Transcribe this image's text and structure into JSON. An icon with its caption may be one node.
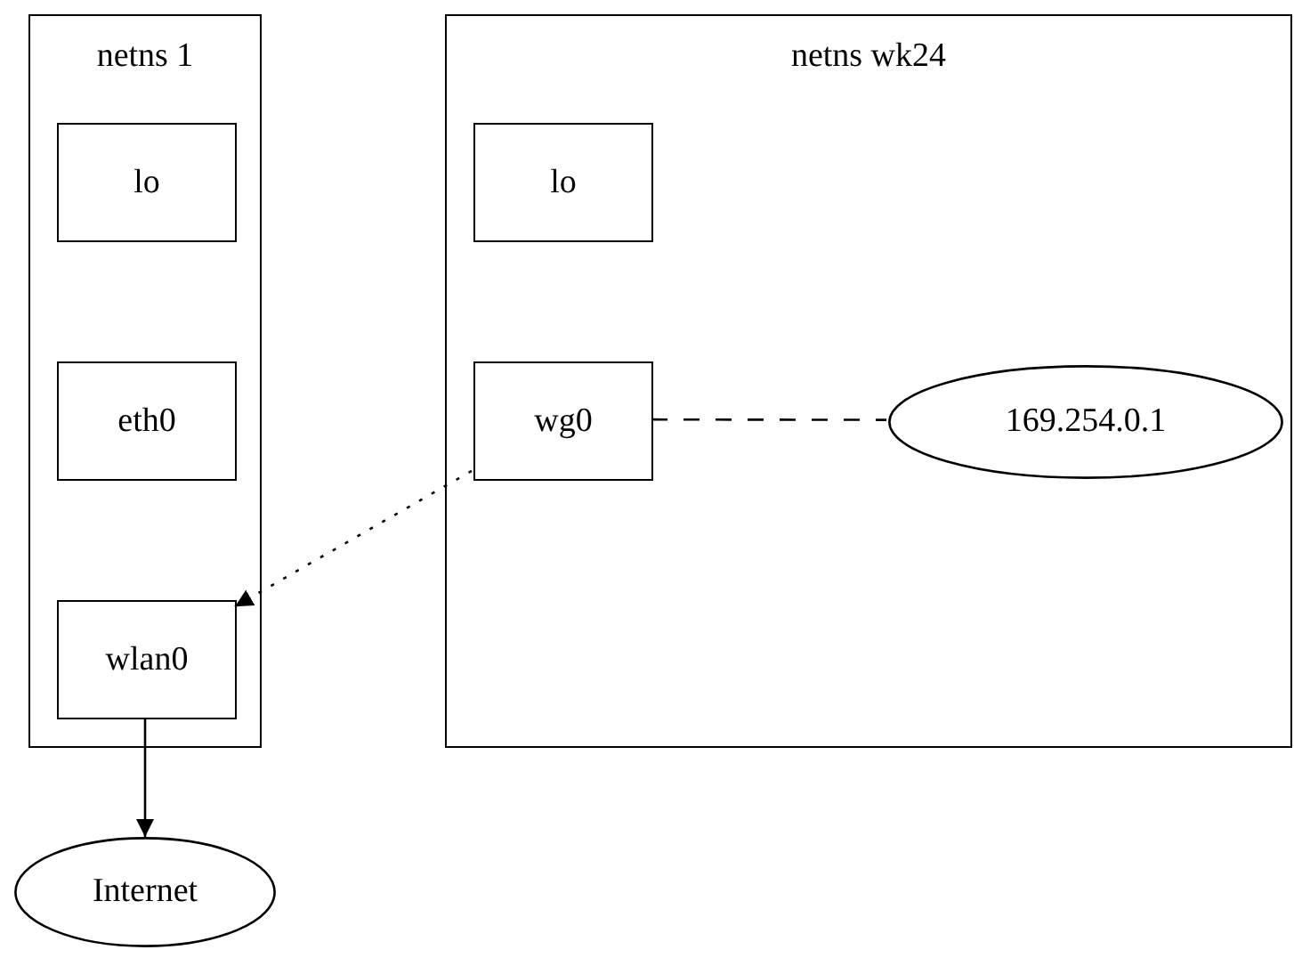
{
  "diagram": {
    "nodes": [
      {
        "text": [
          "netns 1"
        ]
      },
      {
        "text": [
          "lo"
        ],
        "in": 0
      },
      {
        "text": [
          "eth0"
        ],
        "in": 0
      },
      {
        "text": [
          "wlan0"
        ],
        "in": 0
      },
      {
        "text": [
          "netns wk24"
        ]
      },
      {
        "text": [
          "lo"
        ],
        "in": 4
      },
      {
        "text": [
          "wg0"
        ],
        "in": 4
      },
      {
        "text": [
          "169.254.0.1"
        ],
        "in": 4
      },
      {
        "text": [
          "Internet"
        ]
      }
    ],
    "edges": [
      {
        "from": 6,
        "to": 7,
        "arrow": "none",
        "style": "dashed"
      },
      {
        "from": 6,
        "to": 3,
        "arrow": "to",
        "style": "dashed"
      },
      {
        "from": 3,
        "to": 8,
        "arrow": "to"
      }
    ]
  }
}
